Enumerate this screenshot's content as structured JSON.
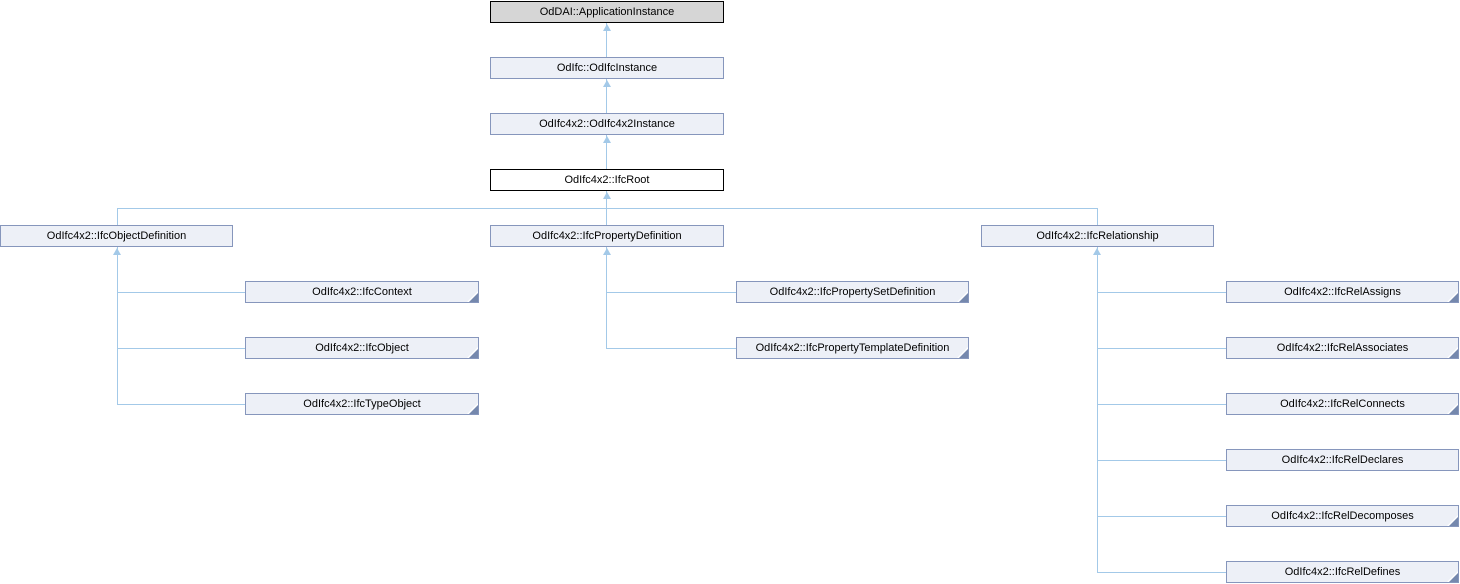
{
  "diagram": {
    "type": "class-inheritance-graph",
    "colors": {
      "edge": "#a3c9e8",
      "node_fill": "#edf0f7",
      "node_border": "#8696bc",
      "fold_corner": "#7588ad",
      "gray_node_fill": "#d6d6d6",
      "root_node_fill": "#ffffff",
      "black_border": "#000000",
      "text": "#000000"
    },
    "nodes": {
      "application_instance": {
        "label": "OdDAI::ApplicationInstance"
      },
      "odifc_instance": {
        "label": "OdIfc::OdIfcInstance"
      },
      "odifc4x2_instance": {
        "label": "OdIfc4x2::OdIfc4x2Instance"
      },
      "ifc_root": {
        "label": "OdIfc4x2::IfcRoot"
      },
      "ifc_object_definition": {
        "label": "OdIfc4x2::IfcObjectDefinition"
      },
      "ifc_property_definition": {
        "label": "OdIfc4x2::IfcPropertyDefinition"
      },
      "ifc_relationship": {
        "label": "OdIfc4x2::IfcRelationship"
      },
      "ifc_context": {
        "label": "OdIfc4x2::IfcContext"
      },
      "ifc_object": {
        "label": "OdIfc4x2::IfcObject"
      },
      "ifc_type_object": {
        "label": "OdIfc4x2::IfcTypeObject"
      },
      "ifc_property_set_definition": {
        "label": "OdIfc4x2::IfcPropertySetDefinition"
      },
      "ifc_property_template_definition": {
        "label": "OdIfc4x2::IfcPropertyTemplateDefinition"
      },
      "ifc_rel_assigns": {
        "label": "OdIfc4x2::IfcRelAssigns"
      },
      "ifc_rel_associates": {
        "label": "OdIfc4x2::IfcRelAssociates"
      },
      "ifc_rel_connects": {
        "label": "OdIfc4x2::IfcRelConnects"
      },
      "ifc_rel_declares": {
        "label": "OdIfc4x2::IfcRelDeclares"
      },
      "ifc_rel_decomposes": {
        "label": "OdIfc4x2::IfcRelDecomposes"
      },
      "ifc_rel_defines": {
        "label": "OdIfc4x2::IfcRelDefines"
      }
    }
  }
}
